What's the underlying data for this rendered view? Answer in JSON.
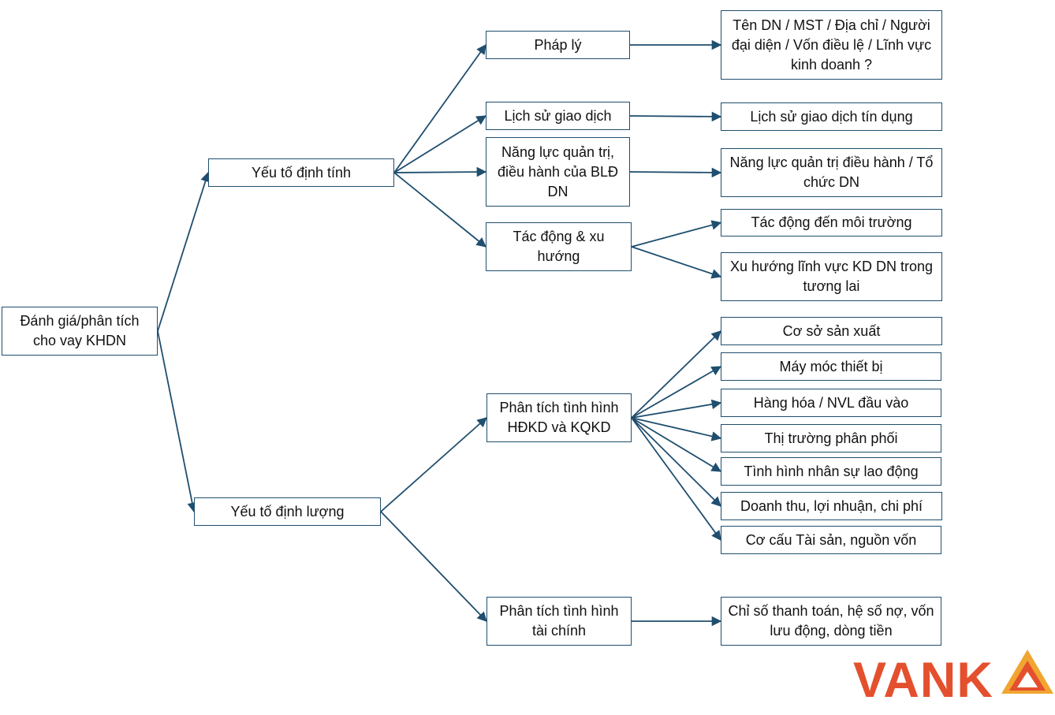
{
  "nodes": {
    "root": "Đánh giá/phân tích cho vay KHDN",
    "qualitative": "Yếu tố định tính",
    "quantitative": "Yếu tố định lượng",
    "legal": "Pháp lý",
    "transaction_history": "Lịch sử giao dịch",
    "management_capacity": "Năng lực quản trị, điều hành của BLĐ DN",
    "impact_trend": "Tác động & xu hướng",
    "business_results": "Phân tích tình hình HĐKD và KQKD",
    "financial_analysis": "Phân tích tình hình tài chính",
    "legal_detail": "Tên DN / MST / Địa chỉ / Người đại diện / Vốn điều lệ / Lĩnh vực kinh doanh ?",
    "credit_history": "Lịch sử giao dịch tín dụng",
    "management_detail": "Năng lực quản trị điều hành / Tổ chức DN",
    "environment_impact": "Tác động đến môi trường",
    "industry_trend": "Xu hướng lĩnh vực KD DN trong tương lai",
    "production_facility": "Cơ sở sản xuất",
    "machinery": "Máy móc thiết bị",
    "goods_inputs": "Hàng hóa / NVL đầu vào",
    "distribution_market": "Thị trường phân phối",
    "labor": "Tình hình nhân sự lao động",
    "revenue_profit": "Doanh thu, lợi nhuận, chi phí",
    "asset_structure": "Cơ cấu Tài sản, nguồn vốn",
    "financial_ratios": "Chỉ số thanh toán, hệ số nợ, vốn lưu động, dòng tiền"
  },
  "edges": [
    [
      "root",
      "qualitative"
    ],
    [
      "root",
      "quantitative"
    ],
    [
      "qualitative",
      "legal"
    ],
    [
      "qualitative",
      "transaction_history"
    ],
    [
      "qualitative",
      "management_capacity"
    ],
    [
      "qualitative",
      "impact_trend"
    ],
    [
      "quantitative",
      "business_results"
    ],
    [
      "quantitative",
      "financial_analysis"
    ],
    [
      "legal",
      "legal_detail"
    ],
    [
      "transaction_history",
      "credit_history"
    ],
    [
      "management_capacity",
      "management_detail"
    ],
    [
      "impact_trend",
      "environment_impact"
    ],
    [
      "impact_trend",
      "industry_trend"
    ],
    [
      "business_results",
      "production_facility"
    ],
    [
      "business_results",
      "machinery"
    ],
    [
      "business_results",
      "goods_inputs"
    ],
    [
      "business_results",
      "distribution_market"
    ],
    [
      "business_results",
      "labor"
    ],
    [
      "business_results",
      "revenue_profit"
    ],
    [
      "business_results",
      "asset_structure"
    ],
    [
      "financial_analysis",
      "financial_ratios"
    ]
  ],
  "colors": {
    "edge": "#1f4e6e",
    "border": "#1f4e6e",
    "logo_orange": "#e4502e",
    "logo_yellow": "#f0a531"
  },
  "logo": {
    "text": "VANK"
  }
}
